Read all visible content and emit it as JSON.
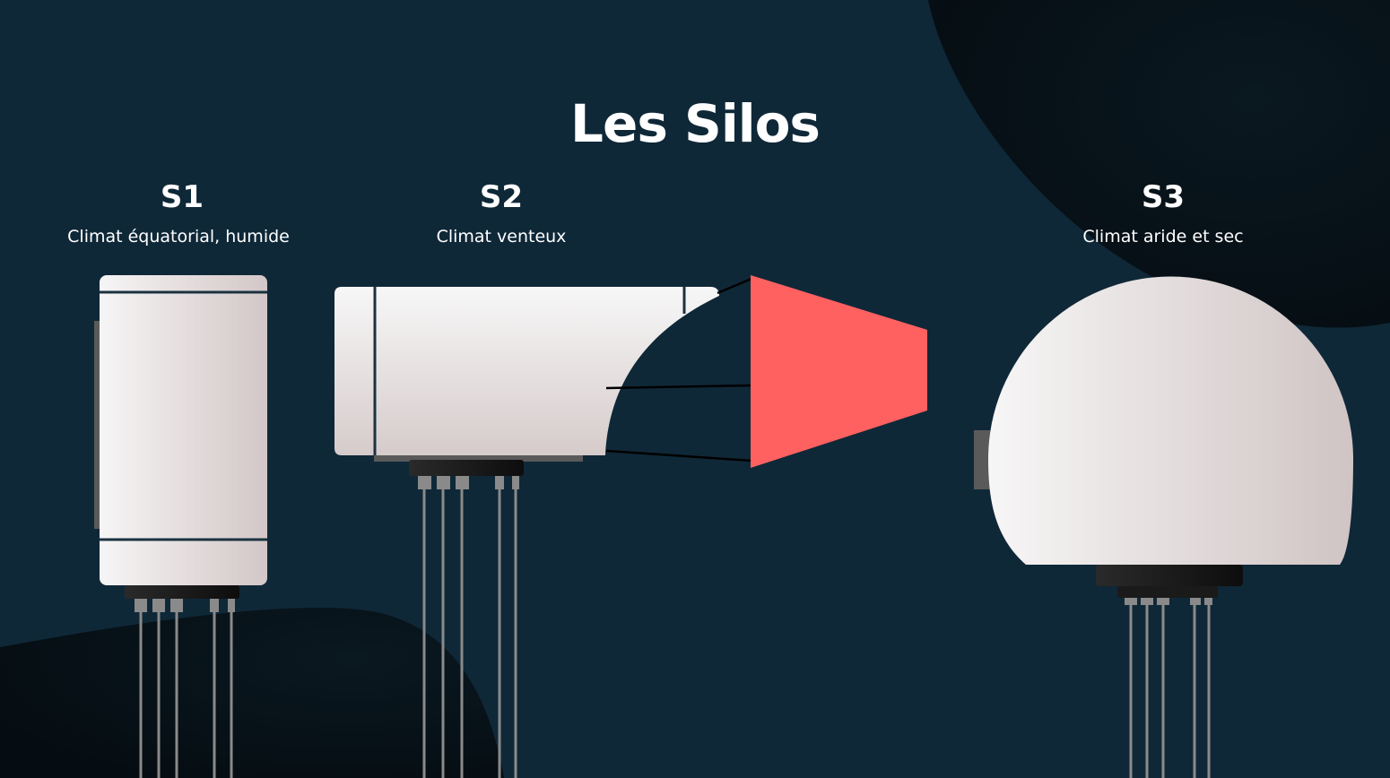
{
  "page": {
    "title": "Les Silos"
  },
  "silos": [
    {
      "name": "S1",
      "climate": "Climat équatorial, humide"
    },
    {
      "name": "S2",
      "climate": "Climat venteux"
    },
    {
      "name": "S3",
      "climate": "Climat aride et sec"
    }
  ],
  "colors": {
    "background": "#0f2838",
    "blob": "#071118",
    "silo_body_light": "#f5f4f4",
    "silo_body_dark": "#d2c6c6",
    "fan": "#ff6161",
    "pipes": "#8c8c8c",
    "text": "#ffffff"
  },
  "icons": [
    "silo-s1-illustration",
    "silo-s2-illustration",
    "wind-fan-icon",
    "silo-s3-illustration"
  ]
}
